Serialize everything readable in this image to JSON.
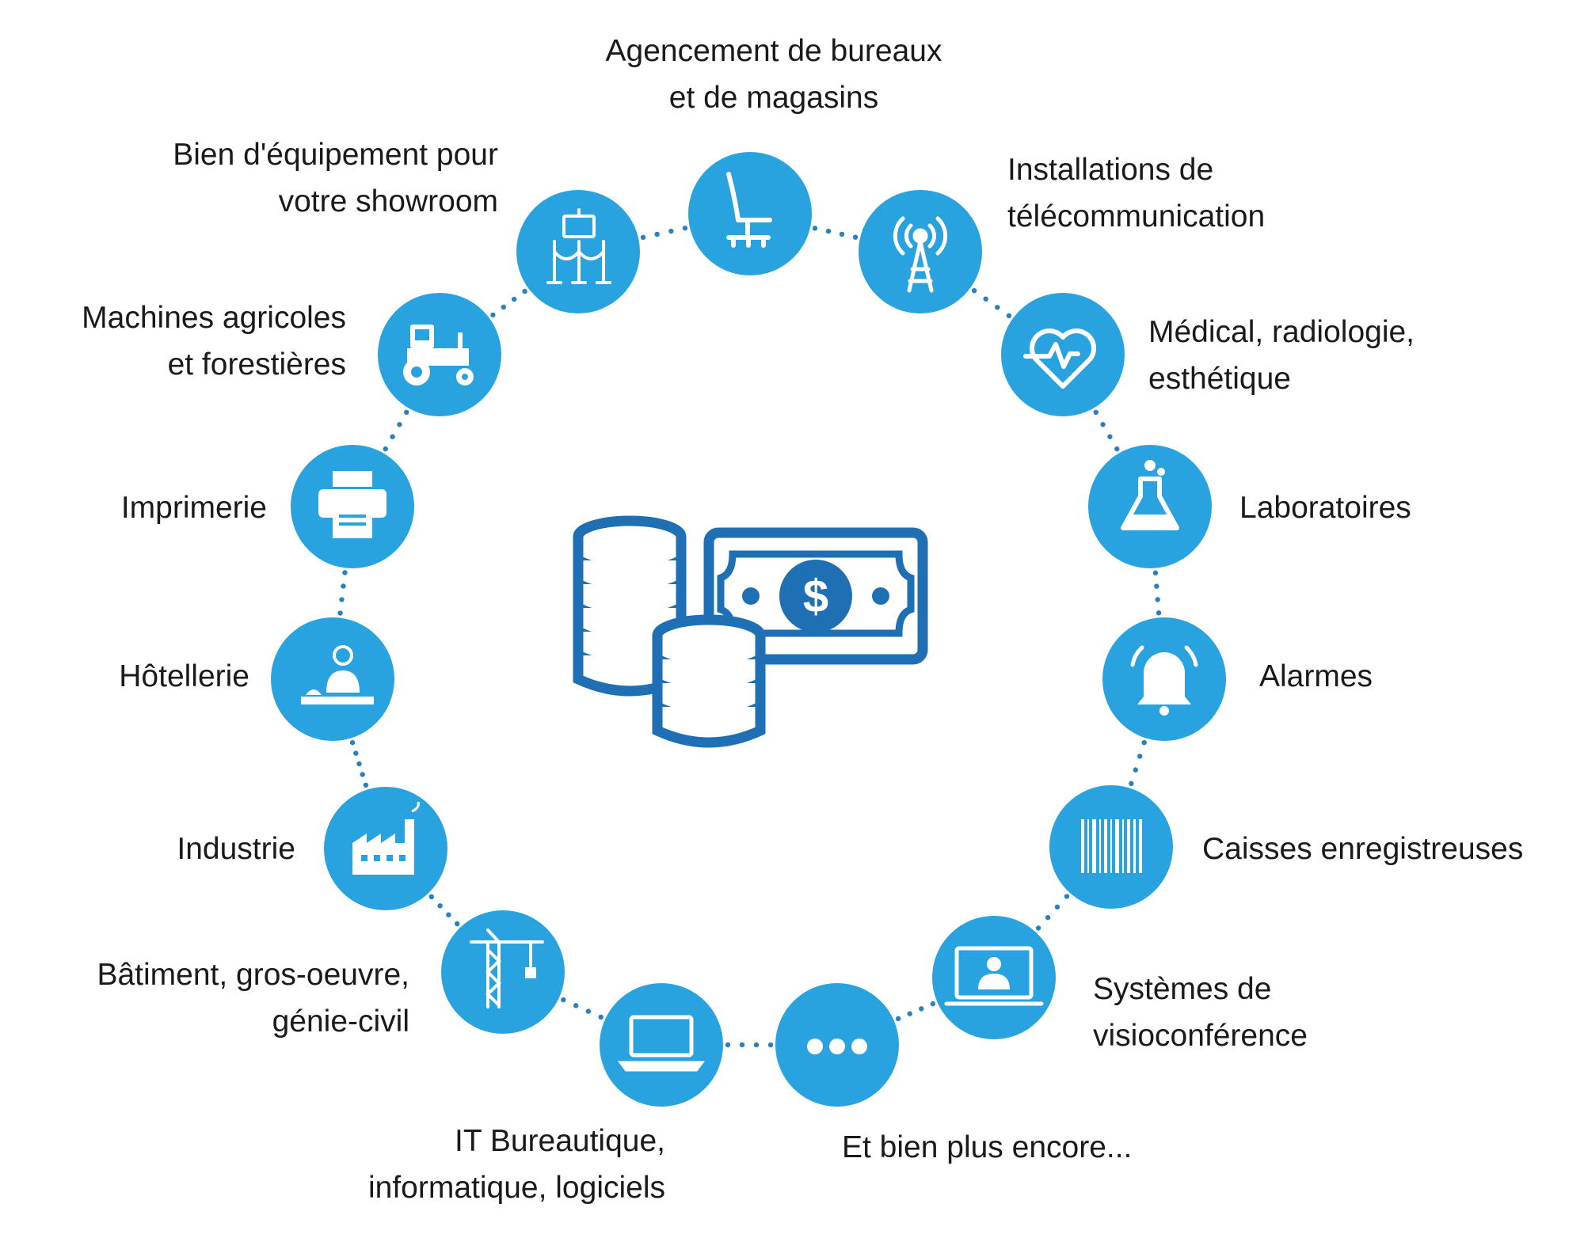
{
  "colors": {
    "node_fill": "#29a3df",
    "icon_white": "#ffffff",
    "center_blue": "#1f6fb5",
    "dots": "#2a7fc1"
  },
  "center_icon": "coins-and-banknote-dollar-icon",
  "categories": [
    {
      "id": "agencement",
      "icon": "office-chair-icon",
      "label": [
        "Agencement de bureaux",
        "et de magasins"
      ]
    },
    {
      "id": "telecom",
      "icon": "antenna-tower-icon",
      "label": [
        "Installations de",
        "télécommunication"
      ]
    },
    {
      "id": "medical",
      "icon": "heart-pulse-icon",
      "label": [
        "Médical, radiologie,",
        "esthétique"
      ]
    },
    {
      "id": "laboratoires",
      "icon": "flask-icon",
      "label": [
        "Laboratoires"
      ]
    },
    {
      "id": "alarmes",
      "icon": "bell-alarm-icon",
      "label": [
        "Alarmes"
      ]
    },
    {
      "id": "caisses",
      "icon": "barcode-icon",
      "label": [
        "Caisses enregistreuses"
      ]
    },
    {
      "id": "visio",
      "icon": "video-conference-icon",
      "label": [
        "Systèmes de",
        "visioconférence"
      ]
    },
    {
      "id": "plus",
      "icon": "more-dots-icon",
      "label": [
        "Et bien plus encore..."
      ]
    },
    {
      "id": "it",
      "icon": "laptop-icon",
      "label": [
        "IT Bureautique,",
        "informatique, logiciels"
      ]
    },
    {
      "id": "batiment",
      "icon": "crane-icon",
      "label": [
        "Bâtiment, gros-oeuvre,",
        "génie-civil"
      ]
    },
    {
      "id": "industrie",
      "icon": "factory-icon",
      "label": [
        "Industrie"
      ]
    },
    {
      "id": "hotellerie",
      "icon": "receptionist-icon",
      "label": [
        "Hôtellerie"
      ]
    },
    {
      "id": "imprimerie",
      "icon": "printer-icon",
      "label": [
        "Imprimerie"
      ]
    },
    {
      "id": "agricole",
      "icon": "tractor-icon",
      "label": [
        "Machines agricoles",
        "et forestières"
      ]
    },
    {
      "id": "showroom",
      "icon": "showroom-display-icon",
      "label": [
        "Bien d'équipement pour",
        "votre showroom"
      ]
    }
  ]
}
